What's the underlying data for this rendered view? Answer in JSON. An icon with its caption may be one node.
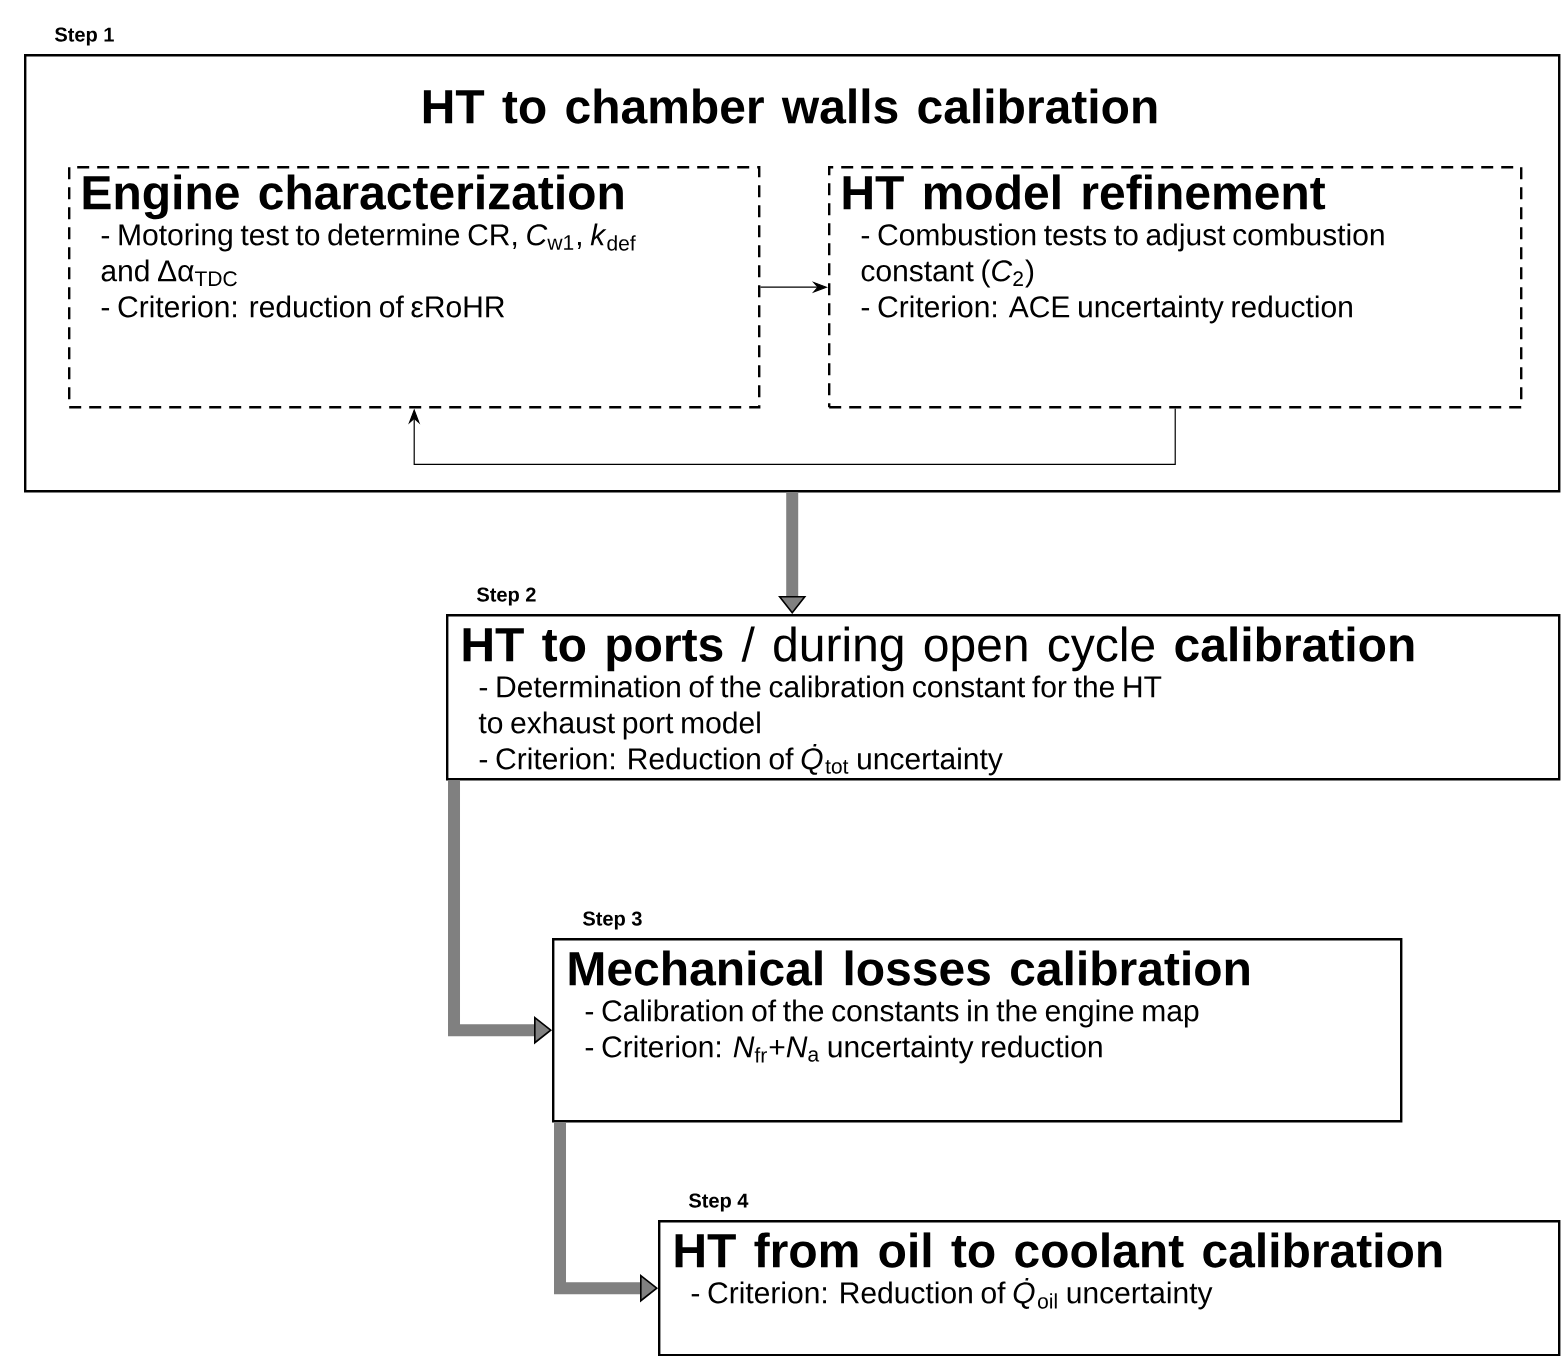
{
  "diagram": {
    "nodes": [
      {
        "text": [
          "Step 1",
          "HT to chamber walls calibration"
        ]
      },
      {
        "text": [
          "Engine characterization",
          "- Motoring test to determine CR, *C*$_{w1}$, *k*$_{def}$ and Δα$_{TDC}$",
          "- Criterion: reduction of εRoHR"
        ],
        "in": 0
      },
      {
        "text": [
          "HT model refinement",
          "- Combustion tests to adjust combustion constant (*C*$_{2}$)",
          "- Criterion: ACE uncertainty reduction"
        ],
        "in": 0
      },
      {
        "text": [
          "Step 2",
          "**HT to ports** / during open cycle **calibration**",
          "- Determination of the calibration constant for the HT to exhaust port model",
          "- Criterion: Reduction of *Q̇*$_{tot}$ uncertainty"
        ]
      },
      {
        "text": [
          "Step 3",
          "Mechanical losses calibration",
          "- Calibration of the constants in the engine map",
          "- Criterion: *N*$_{fr}$+*N*$_{a}$ uncertainty reduction"
        ]
      },
      {
        "text": [
          "Step 4",
          "HT from oil to coolant calibration",
          "- Criterion: Reduction of *Q̇*$_{oil}$ uncertainty"
        ]
      }
    ],
    "edges": [
      {
        "from": 1,
        "to": 2,
        "arrow": "to",
        "color": "#000000"
      },
      {
        "from": 2,
        "to": 1,
        "arrow": "to",
        "color": "#000000"
      },
      {
        "from": 0,
        "to": 3,
        "arrow": "to"
      },
      {
        "from": 3,
        "to": 4,
        "arrow": "to"
      },
      {
        "from": 4,
        "to": 5,
        "arrow": "to"
      }
    ]
  }
}
